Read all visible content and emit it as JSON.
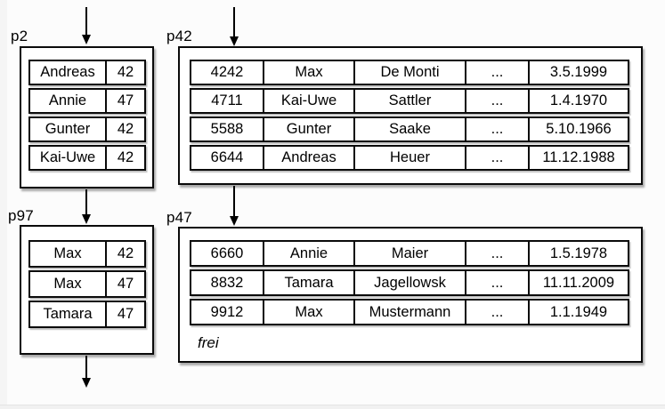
{
  "colors": {
    "line": "#000000",
    "page_fill": "#ffffff",
    "background": "#fcfcfc"
  },
  "pages": [
    {
      "label": "p2",
      "kind": "index-page",
      "rows": [
        [
          "Andreas",
          "42"
        ],
        [
          "Annie",
          "47"
        ],
        [
          "Gunter",
          "42"
        ],
        [
          "Kai-Uwe",
          "42"
        ]
      ]
    },
    {
      "label": "p42",
      "kind": "data-page",
      "rows": [
        [
          "4242",
          "Max",
          "De Monti",
          "...",
          "3.5.1999"
        ],
        [
          "4711",
          "Kai-Uwe",
          "Sattler",
          "...",
          "1.4.1970"
        ],
        [
          "5588",
          "Gunter",
          "Saake",
          "...",
          "5.10.1966"
        ],
        [
          "6644",
          "Andreas",
          "Heuer",
          "...",
          "11.12.1988"
        ]
      ]
    },
    {
      "label": "p97",
      "kind": "index-page",
      "rows": [
        [
          "Max",
          "42"
        ],
        [
          "Max",
          "47"
        ],
        [
          "Tamara",
          "47"
        ]
      ]
    },
    {
      "label": "p47",
      "kind": "data-page",
      "rows": [
        [
          "6660",
          "Annie",
          "Maier",
          "...",
          "1.5.1978"
        ],
        [
          "8832",
          "Tamara",
          "Jagellowsk",
          "...",
          "11.11.2009"
        ],
        [
          "9912",
          "Max",
          "Mustermann",
          "...",
          "1.1.1949"
        ]
      ],
      "free_label": "frei"
    }
  ],
  "connectors": [
    {
      "name": "arrow-into-p2",
      "from": "",
      "to": "p2"
    },
    {
      "name": "arrow-into-p42",
      "from": "",
      "to": "p42"
    },
    {
      "name": "arrow-p2-to-p97",
      "from": "p2",
      "to": "p97"
    },
    {
      "name": "arrow-p42-to-p47",
      "from": "p42",
      "to": "p47"
    },
    {
      "name": "arrow-out-of-p97",
      "from": "p97",
      "to": ""
    }
  ]
}
